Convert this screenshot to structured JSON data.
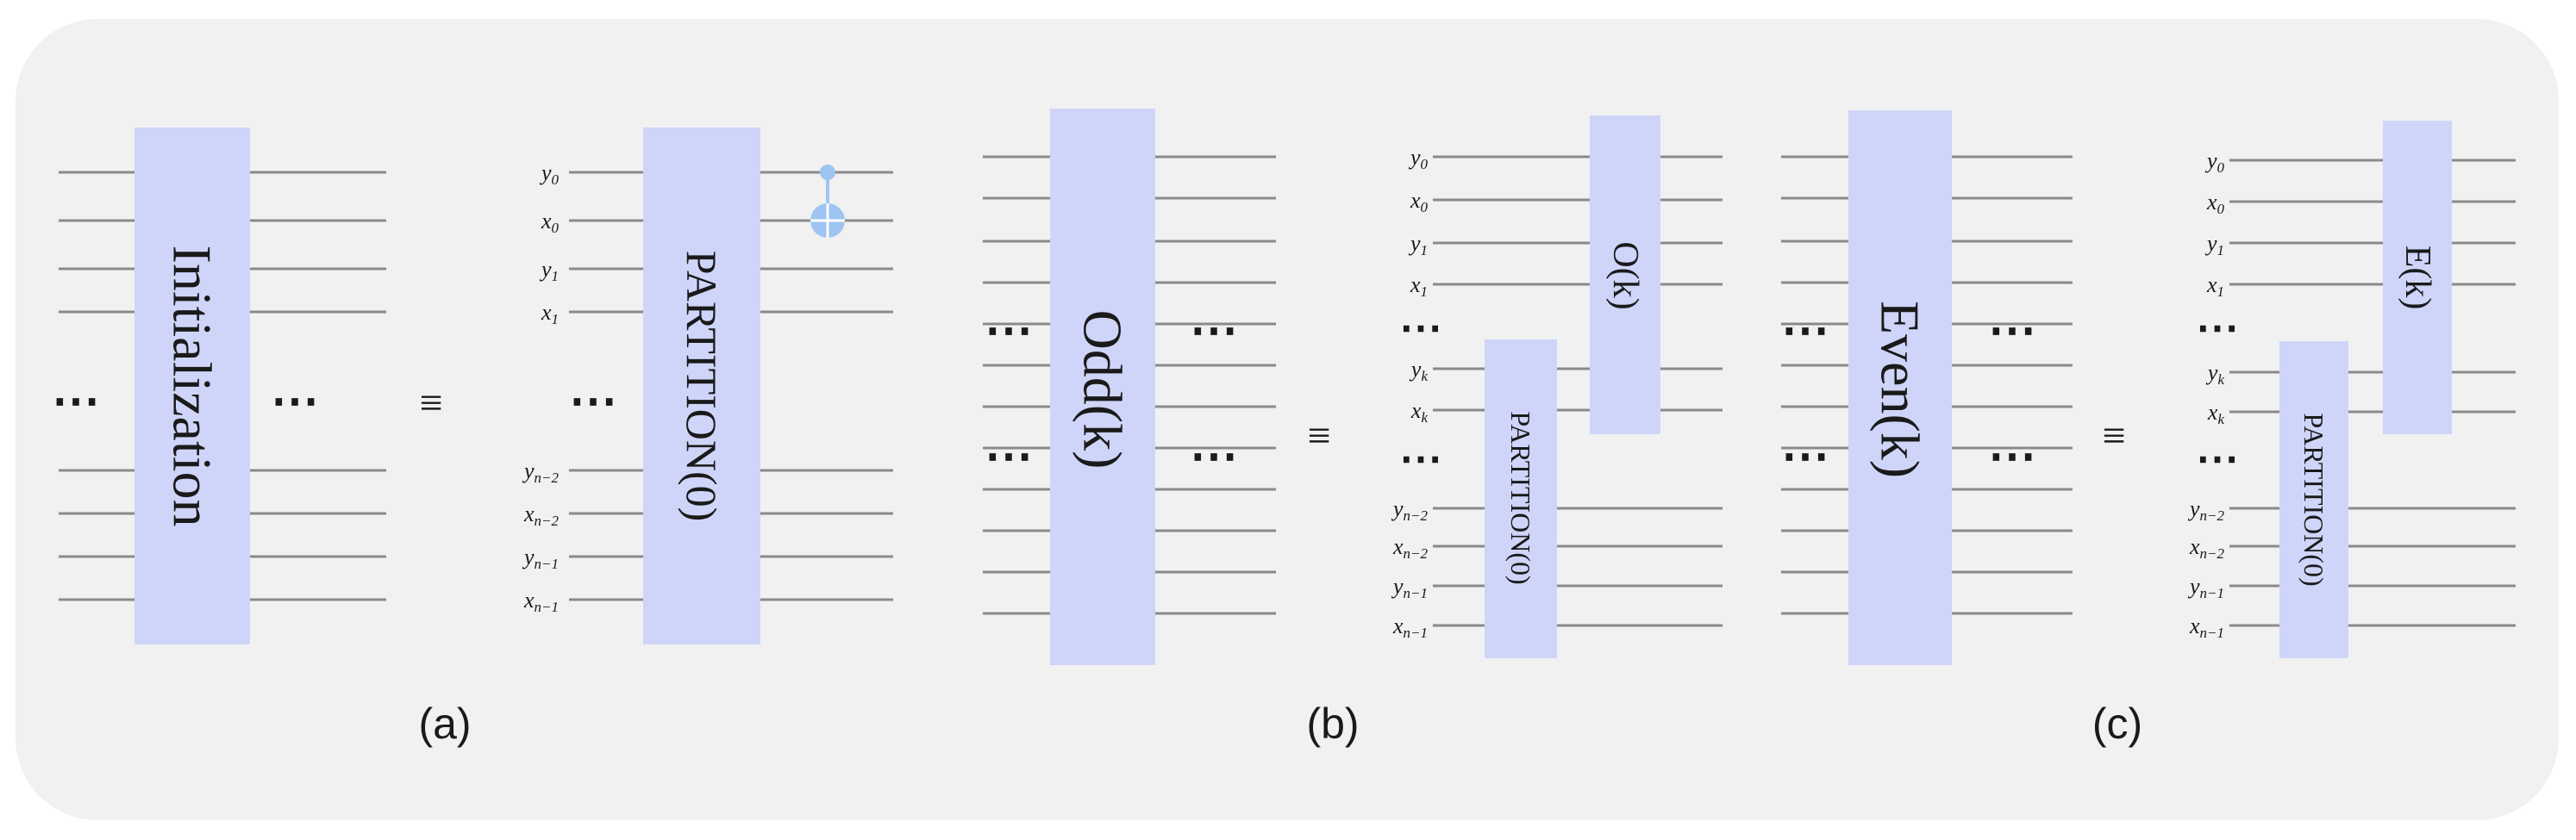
{
  "colors": {
    "background_panel": "#f1f1f1",
    "gate_fill": "#cfd5f9",
    "wire": "#8a8a8a",
    "control": "#9ec5f2",
    "text": "#1a1a1a"
  },
  "dots": "⋯",
  "equiv": "≡",
  "panel_a": {
    "caption": "(a)",
    "left_gate": "Initialization",
    "right_gate": "PARTITION(0)",
    "labels": [
      {
        "v": "y",
        "s": "0"
      },
      {
        "v": "x",
        "s": "0"
      },
      {
        "v": "y",
        "s": "1"
      },
      {
        "v": "x",
        "s": "1"
      },
      {
        "v": "y",
        "s": "n−2"
      },
      {
        "v": "x",
        "s": "n−2"
      },
      {
        "v": "y",
        "s": "n−1"
      },
      {
        "v": "x",
        "s": "n−1"
      }
    ]
  },
  "panel_b": {
    "caption": "(b)",
    "left_gate": "Odd(k)",
    "gate_top": "O(k)",
    "gate_bottom": "PARTITION(0)",
    "labels": [
      {
        "v": "y",
        "s": "0"
      },
      {
        "v": "x",
        "s": "0"
      },
      {
        "v": "y",
        "s": "1"
      },
      {
        "v": "x",
        "s": "1"
      },
      {
        "v": "y",
        "s": "k"
      },
      {
        "v": "x",
        "s": "k"
      },
      {
        "v": "y",
        "s": "n−2"
      },
      {
        "v": "x",
        "s": "n−2"
      },
      {
        "v": "y",
        "s": "n−1"
      },
      {
        "v": "x",
        "s": "n−1"
      }
    ]
  },
  "panel_c": {
    "caption": "(c)",
    "left_gate": "Even(k)",
    "gate_top": "E(k)",
    "gate_bottom": "PARTITION(0)",
    "labels": [
      {
        "v": "y",
        "s": "0"
      },
      {
        "v": "x",
        "s": "0"
      },
      {
        "v": "y",
        "s": "1"
      },
      {
        "v": "x",
        "s": "1"
      },
      {
        "v": "y",
        "s": "k"
      },
      {
        "v": "x",
        "s": "k"
      },
      {
        "v": "y",
        "s": "n−2"
      },
      {
        "v": "x",
        "s": "n−2"
      },
      {
        "v": "y",
        "s": "n−1"
      },
      {
        "v": "x",
        "s": "n−1"
      }
    ]
  }
}
